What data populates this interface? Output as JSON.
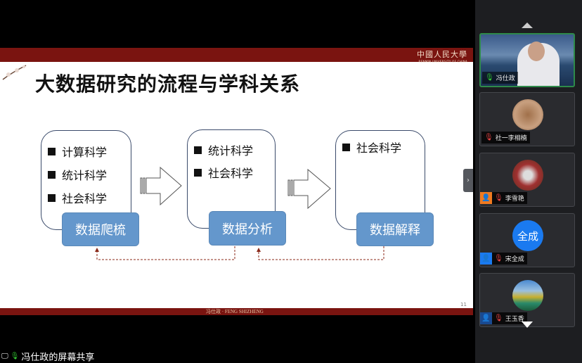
{
  "slide": {
    "title": "大数据研究的流程与学科关系",
    "logo_cn": "中國人民大學",
    "logo_en": "RENMIN UNIVERSITY OF CHINA",
    "footer": "冯仕政 · FENG SHIZHENG",
    "page_number": "11",
    "stages": [
      {
        "label": "数据爬梳",
        "items": [
          "计算科学",
          "统计科学",
          "社会科学"
        ]
      },
      {
        "label": "数据分析",
        "items": [
          "统计科学",
          "社会科学"
        ]
      },
      {
        "label": "数据解释",
        "items": [
          "社会科学"
        ]
      }
    ]
  },
  "participants": [
    {
      "name": "冯仕政",
      "mic": "on",
      "video": true
    },
    {
      "name": "社一李相楠",
      "mic": "muted"
    },
    {
      "name": "李雪艳",
      "mic": "muted"
    },
    {
      "name": "宋全成",
      "mic": "muted",
      "avatar_text": "全成"
    },
    {
      "name": "王玉香",
      "mic": "muted"
    }
  ],
  "share_label": "冯仕政的屏幕共享",
  "colors": {
    "brand_red": "#7a1410",
    "stage_blue": "#6497cc",
    "active_green": "#2e8a4a",
    "avatar_blue": "#1a7af0"
  }
}
